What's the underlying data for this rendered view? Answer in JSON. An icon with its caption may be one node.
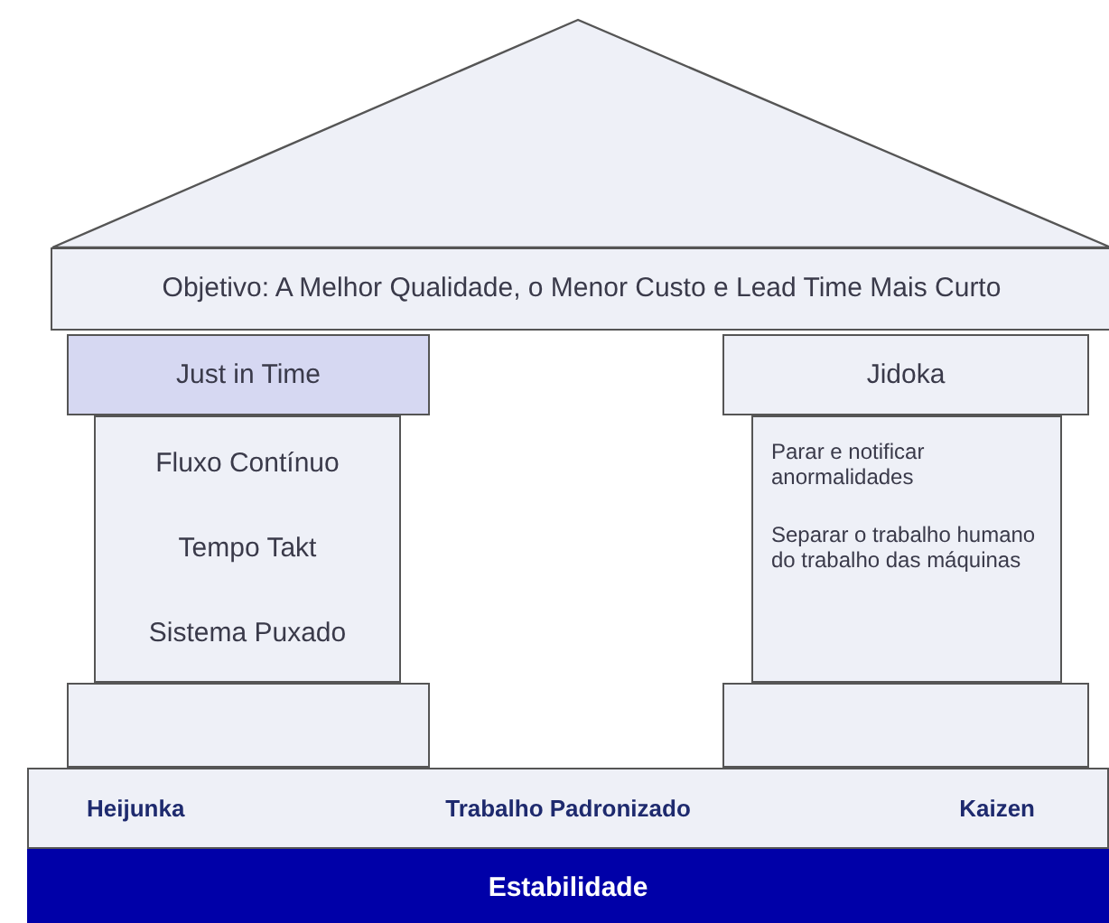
{
  "diagram": {
    "nodes": [
      {
        "text": [
          "Objetivo: A Melhor Qualidade, o Menor Custo e Lead Time Mais Curto"
        ]
      },
      {
        "text": [
          "Just in Time"
        ]
      },
      {
        "text": [
          "Fluxo Contínuo",
          "Tempo Takt",
          "Sistema Puxado"
        ]
      },
      {
        "text": [
          "Jidoka"
        ]
      },
      {
        "text": [
          "Parar e notificar anormalidades",
          "Separar o trabalho humano do trabalho das máquinas"
        ]
      },
      {
        "text": [],
        "shape": "box"
      },
      {
        "text": [],
        "shape": "box"
      },
      {
        "text": [
          "Heijunka",
          "Trabalho Padronizado",
          "Kaizen"
        ]
      },
      {
        "text": [
          "Estabilidade"
        ]
      }
    ]
  }
}
